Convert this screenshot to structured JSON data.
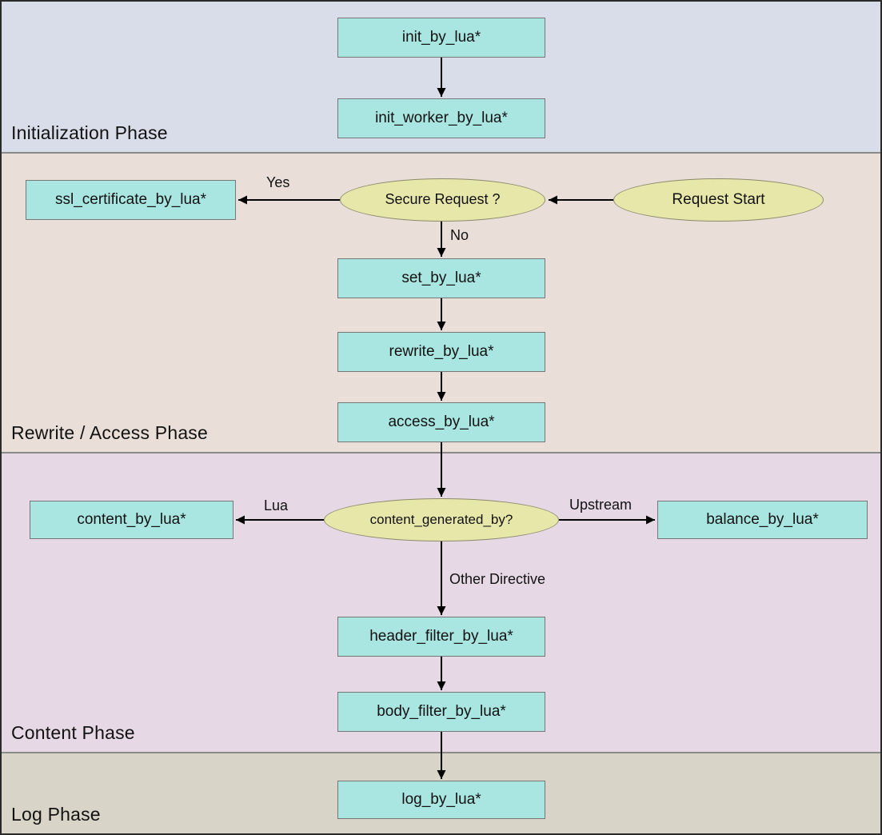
{
  "phases": [
    {
      "id": "initialization",
      "label": "Initialization Phase"
    },
    {
      "id": "rewrite_access",
      "label": "Rewrite / Access Phase"
    },
    {
      "id": "content",
      "label": "Content Phase"
    },
    {
      "id": "log",
      "label": "Log Phase"
    }
  ],
  "nodes": {
    "init_by_lua": {
      "label": "init_by_lua*",
      "shape": "box",
      "phase": "initialization"
    },
    "init_worker_by_lua": {
      "label": "init_worker_by_lua*",
      "shape": "box",
      "phase": "initialization"
    },
    "ssl_certificate_by_lua": {
      "label": "ssl_certificate_by_lua*",
      "shape": "box",
      "phase": "rewrite_access"
    },
    "secure_request": {
      "label": "Secure Request ?",
      "shape": "ellipse",
      "phase": "rewrite_access"
    },
    "request_start": {
      "label": "Request Start",
      "shape": "ellipse",
      "phase": "rewrite_access"
    },
    "set_by_lua": {
      "label": "set_by_lua*",
      "shape": "box",
      "phase": "rewrite_access"
    },
    "rewrite_by_lua": {
      "label": "rewrite_by_lua*",
      "shape": "box",
      "phase": "rewrite_access"
    },
    "access_by_lua": {
      "label": "access_by_lua*",
      "shape": "box",
      "phase": "rewrite_access"
    },
    "content_generated_by": {
      "label": "content_generated_by?",
      "shape": "ellipse",
      "phase": "content"
    },
    "content_by_lua": {
      "label": "content_by_lua*",
      "shape": "box",
      "phase": "content"
    },
    "balance_by_lua": {
      "label": "balance_by_lua*",
      "shape": "box",
      "phase": "content"
    },
    "header_filter_by_lua": {
      "label": "header_filter_by_lua*",
      "shape": "box",
      "phase": "content"
    },
    "body_filter_by_lua": {
      "label": "body_filter_by_lua*",
      "shape": "box",
      "phase": "content"
    },
    "log_by_lua": {
      "label": "log_by_lua*",
      "shape": "box",
      "phase": "log"
    }
  },
  "edges": [
    {
      "from": "init_by_lua",
      "to": "init_worker_by_lua",
      "label": ""
    },
    {
      "from": "request_start",
      "to": "secure_request",
      "label": ""
    },
    {
      "from": "secure_request",
      "to": "ssl_certificate_by_lua",
      "label": "Yes"
    },
    {
      "from": "secure_request",
      "to": "set_by_lua",
      "label": "No"
    },
    {
      "from": "set_by_lua",
      "to": "rewrite_by_lua",
      "label": ""
    },
    {
      "from": "rewrite_by_lua",
      "to": "access_by_lua",
      "label": ""
    },
    {
      "from": "access_by_lua",
      "to": "content_generated_by",
      "label": ""
    },
    {
      "from": "content_generated_by",
      "to": "content_by_lua",
      "label": "Lua"
    },
    {
      "from": "content_generated_by",
      "to": "balance_by_lua",
      "label": "Upstream"
    },
    {
      "from": "content_generated_by",
      "to": "header_filter_by_lua",
      "label": "Other Directive"
    },
    {
      "from": "header_filter_by_lua",
      "to": "body_filter_by_lua",
      "label": ""
    },
    {
      "from": "body_filter_by_lua",
      "to": "log_by_lua",
      "label": ""
    }
  ],
  "colors": {
    "box_fill": "#a9e5e1",
    "ellipse_fill": "#e7e7aa",
    "phase_init_bg": "#d9dce9",
    "phase_rewrite_bg": "#e9ded8",
    "phase_content_bg": "#e6d8e4",
    "phase_log_bg": "#d8d5c8",
    "arrow": "#000000"
  }
}
